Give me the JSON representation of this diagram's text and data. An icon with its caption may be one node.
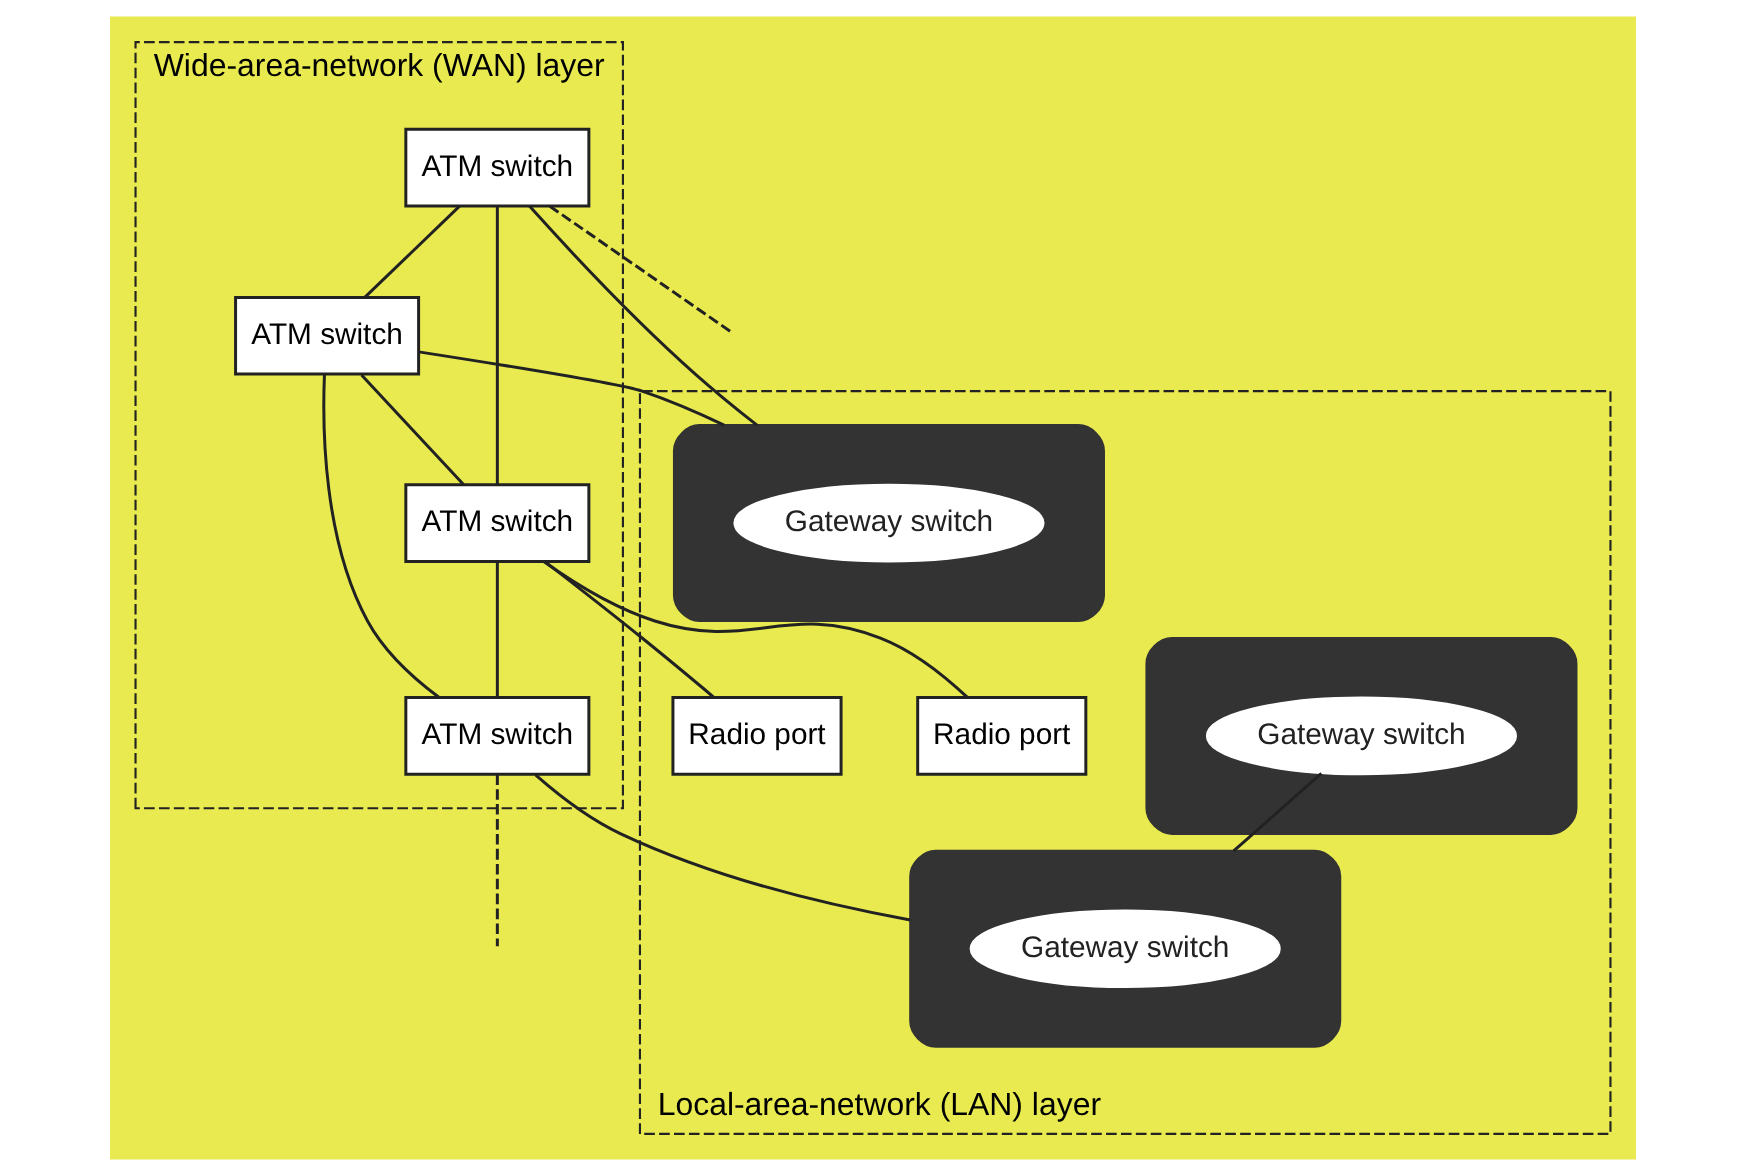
{
  "diagram": {
    "nodes": [
      {
        "text": [
          "Wide-area-network (WAN) layer"
        ]
      },
      {
        "text": [
          "ATM switch"
        ],
        "in": 0
      },
      {
        "text": [
          "ATM switch"
        ],
        "in": 0
      },
      {
        "text": [
          "ATM switch"
        ],
        "in": 0
      },
      {
        "text": [
          "ATM switch"
        ],
        "in": 0
      },
      {
        "text": [
          "Local-area-network (LAN) layer"
        ]
      },
      {
        "text": [
          "Radio port"
        ],
        "in": 5
      },
      {
        "text": [
          "Radio port"
        ],
        "in": 5
      },
      {
        "text": [],
        "shape": "ellipse",
        "in": 5
      },
      {
        "text": [
          "Gateway switch"
        ],
        "in": 8
      },
      {
        "text": [],
        "shape": "ellipse",
        "in": 5
      },
      {
        "text": [
          "Gateway switch"
        ],
        "in": 10
      },
      {
        "text": [],
        "shape": "ellipse",
        "in": 5
      },
      {
        "text": [
          "Gateway switch"
        ],
        "in": 12
      }
    ],
    "edges": [
      {
        "from": 1,
        "to": null,
        "arrow": "none",
        "style": "dashed"
      },
      {
        "from": 1,
        "to": 2,
        "arrow": "none"
      },
      {
        "from": 1,
        "to": 3,
        "arrow": "none"
      },
      {
        "from": 2,
        "to": 4,
        "arrow": "none"
      },
      {
        "from": 2,
        "to": 3,
        "arrow": "none"
      },
      {
        "from": 3,
        "to": 4,
        "arrow": "none"
      },
      {
        "from": 4,
        "to": null,
        "arrow": "none",
        "style": "dashed"
      },
      {
        "from": 1,
        "to": 8,
        "arrow": "none"
      },
      {
        "from": 2,
        "to": 8,
        "arrow": "none"
      },
      {
        "from": 3,
        "to": 6,
        "arrow": "none"
      },
      {
        "from": 3,
        "to": 7,
        "arrow": "none"
      },
      {
        "from": 4,
        "to": 10,
        "arrow": "none"
      },
      {
        "from": 13,
        "to": 10,
        "arrow": "none"
      }
    ]
  }
}
